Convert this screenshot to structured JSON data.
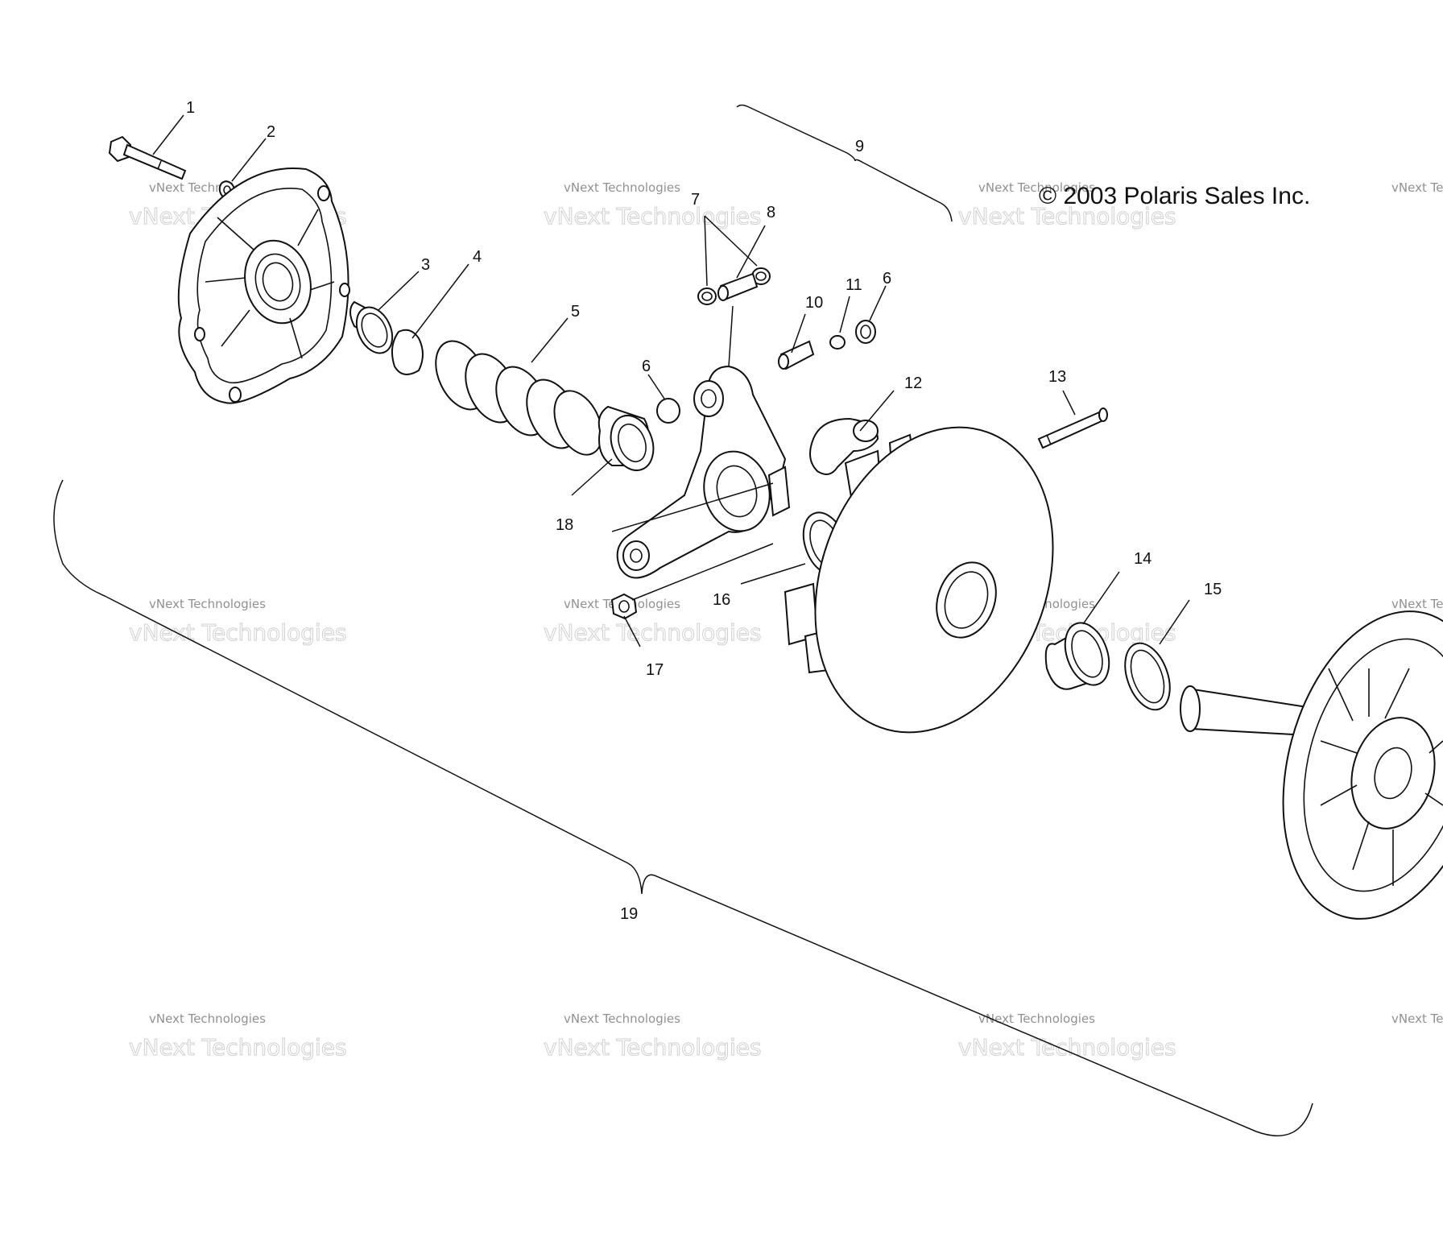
{
  "copyright": "© 2003 Polaris Sales Inc.",
  "watermark": {
    "line1": "vNext Technologies",
    "line2": "vNext Technologies"
  },
  "callouts": {
    "c1": "1",
    "c2": "2",
    "c3": "3",
    "c4": "4",
    "c5": "5",
    "c6a": "6",
    "c6b": "6",
    "c7": "7",
    "c8": "8",
    "c9": "9",
    "c10": "10",
    "c11": "11",
    "c12": "12",
    "c13": "13",
    "c14": "14",
    "c15": "15",
    "c16": "16",
    "c17": "17",
    "c18": "18",
    "c19": "19"
  }
}
